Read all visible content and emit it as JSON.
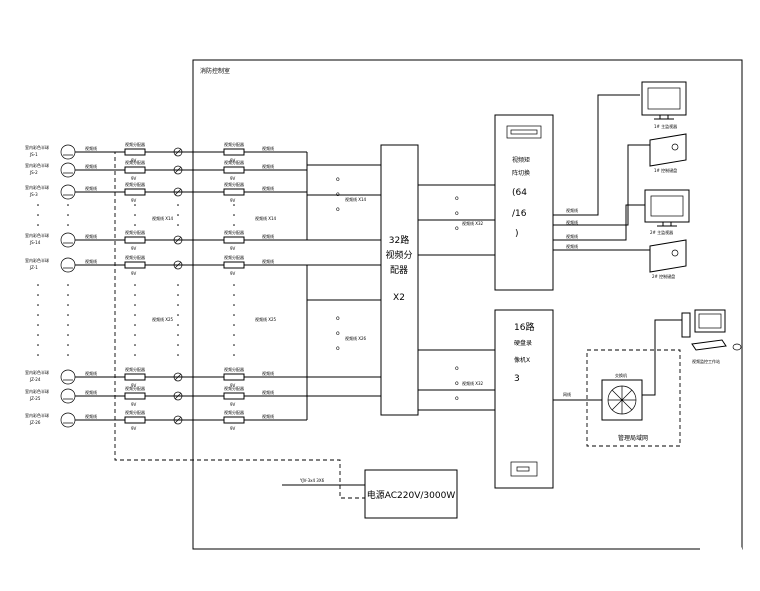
{
  "room_label": "消防控制室",
  "camera_labels": [
    "JS-1",
    "JS-2",
    "JS-3",
    "JS-14",
    "JZ-1",
    "JZ-24",
    "JZ-25",
    "JZ-26"
  ],
  "camera_type_label": "室内彩色半球",
  "video_line_label": "视频线",
  "dist_amp_label": "视频分配器",
  "dist_amp_sub": "9V",
  "video_count_14": "视频线 X14",
  "video_count_25": "视频线 X25",
  "matrix": {
    "lines": [
      "32路",
      "视频分",
      "配器",
      "X2"
    ]
  },
  "switcher": {
    "lines": [
      "视频矩",
      "阵切换",
      "(64",
      "/16",
      ")"
    ]
  },
  "dvr": {
    "lines": [
      "16路",
      "硬盘录",
      "像机X",
      "3"
    ]
  },
  "power": {
    "label": "电源AC220V/3000W",
    "cable": "YJV-3x4 3X6"
  },
  "lan_label": "管理局域网",
  "switch_label": "交换机",
  "network_line_label": "网线",
  "monitor1": "1# 主监视器",
  "keyboard1": "1# 控制键盘",
  "monitor2": "2# 主监视器",
  "keyboard2": "2# 控制键盘",
  "workstation": "视频监控工作站",
  "bus_label_14": "视频线 X14",
  "bus_label_26": "视频线 X26",
  "to_dvr_label": "视频线 X32",
  "to_switch_label": "视频线 X32"
}
